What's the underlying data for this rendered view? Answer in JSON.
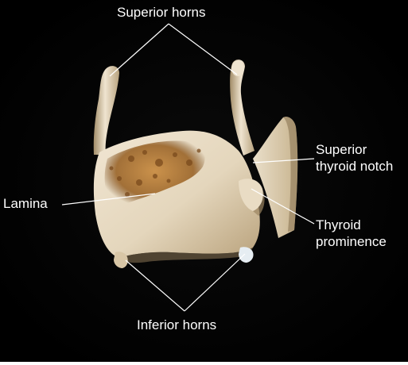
{
  "image": {
    "background_color": "#000000",
    "frame_color": "#ffffff",
    "bone_colors": {
      "light": "#efe3cf",
      "mid": "#d8c6a6",
      "shadow": "#8c7655",
      "stain": "#b07a35",
      "stain_dark": "#6e4216"
    },
    "label_color": "#ffffff",
    "leader_line_color": "#ffffff"
  },
  "labels": {
    "superior_horns": "Superior horns",
    "superior_thyroid_notch_line1": "Superior",
    "superior_thyroid_notch_line2": "thyroid notch",
    "lamina": "Lamina",
    "thyroid_prominence_line1": "Thyroid",
    "thyroid_prominence_line2": "prominence",
    "inferior_horns": "Inferior horns"
  }
}
